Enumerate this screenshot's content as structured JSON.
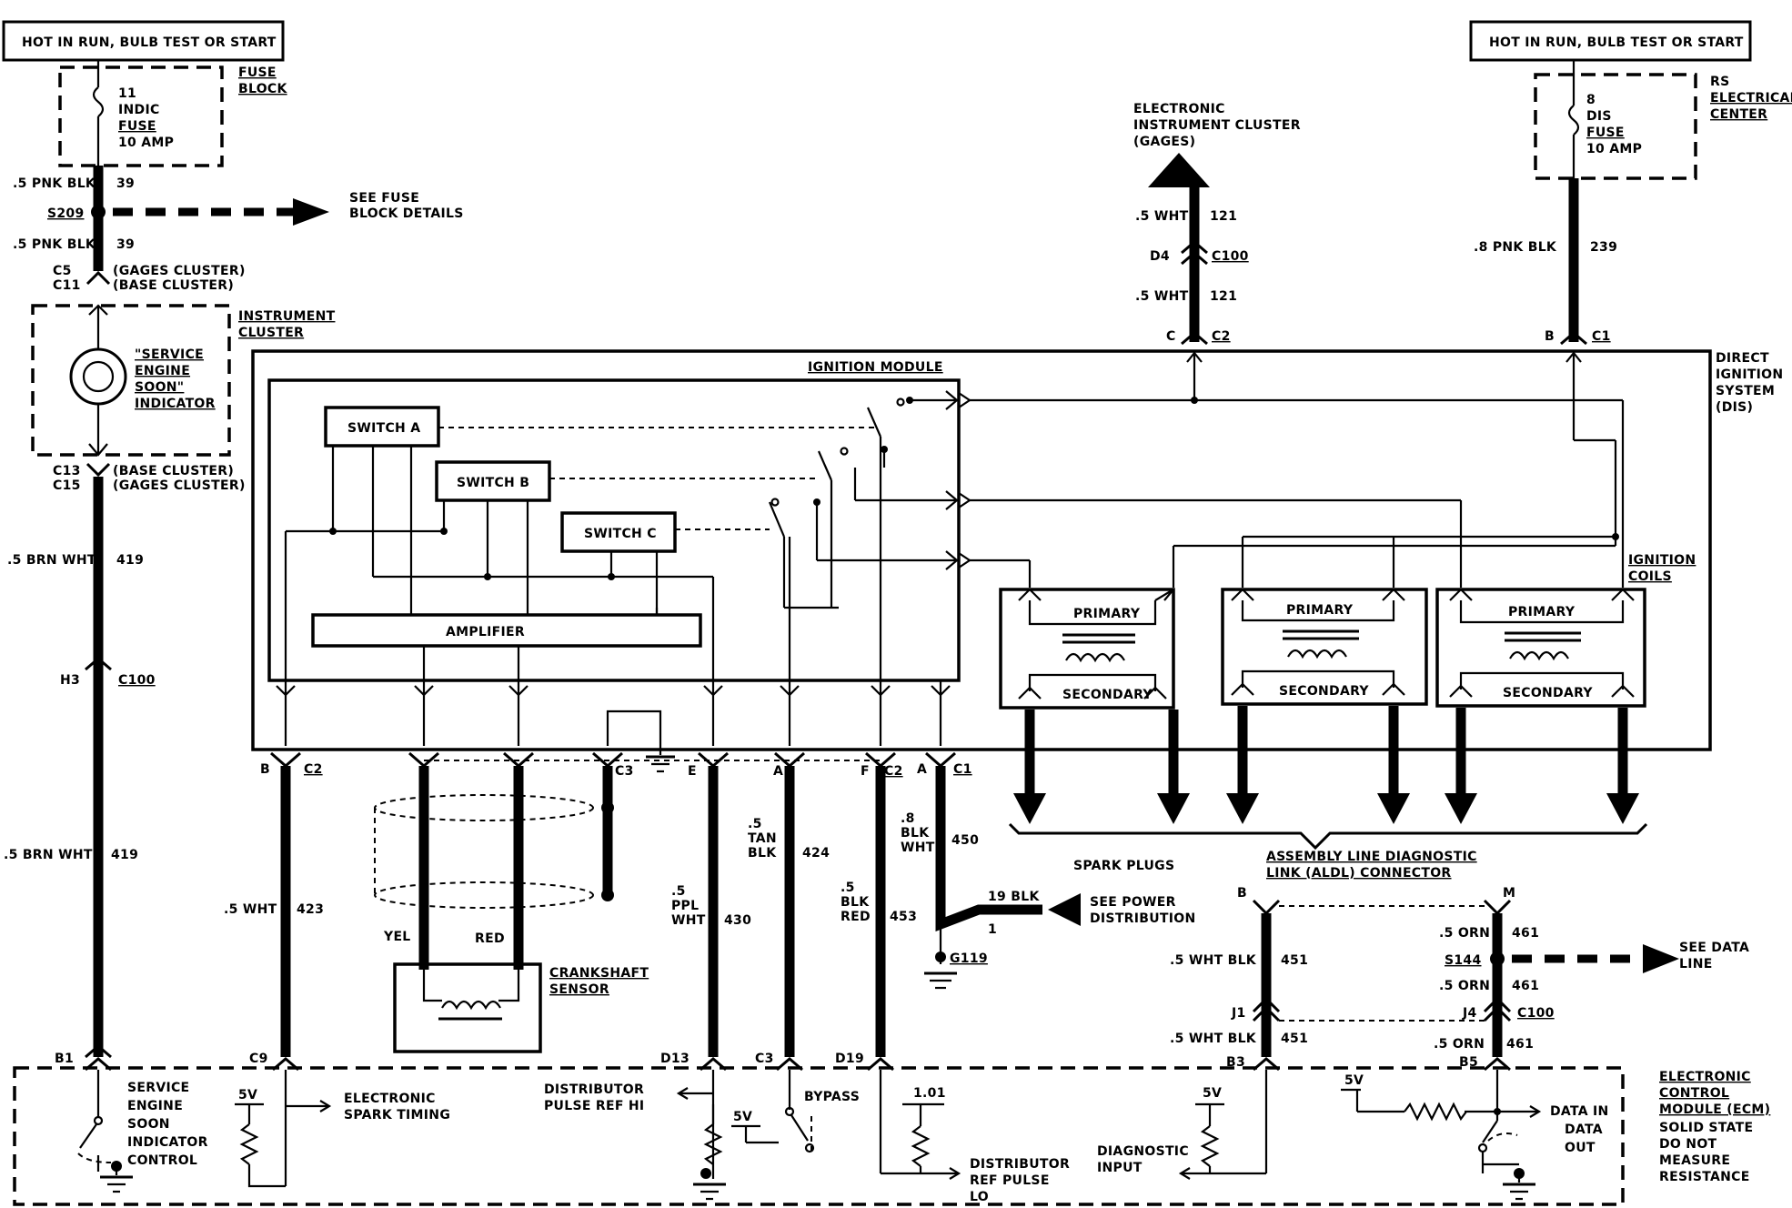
{
  "power": {
    "left_source": "HOT IN RUN, BULB TEST OR START",
    "right_source": "HOT IN RUN, BULB TEST OR START"
  },
  "left_fuse": {
    "number": "11",
    "name": "INDIC",
    "word": "FUSE",
    "rating": "10 AMP",
    "block_label_1": "FUSE",
    "block_label_2": "BLOCK"
  },
  "right_fuse": {
    "number": "8",
    "name": "DIS",
    "word": "FUSE",
    "rating": "10 AMP",
    "center_label_1": "RS",
    "center_label_2": "ELECTRICAL",
    "center_label_3": "CENTER"
  },
  "left_circuit": {
    "wire_a": ".5 PNK BLK",
    "wire_a_num": "39",
    "splice": "S209",
    "see_fuse_1": "SEE FUSE",
    "see_fuse_2": "BLOCK DETAILS",
    "wire_b": ".5 PNK BLK",
    "wire_b_num": "39",
    "conn_c5": "C5",
    "conn_c11": "C11",
    "gages_cluster": "(GAGES CLUSTER)",
    "base_cluster": "(BASE CLUSTER)",
    "instrument_cluster_1": "INSTRUMENT",
    "instrument_cluster_2": "CLUSTER",
    "ses_1": "\"SERVICE",
    "ses_2": "ENGINE",
    "ses_3": "SOON\"",
    "ses_4": "INDICATOR",
    "conn_c13": "C13",
    "conn_c15": "C15",
    "base_cluster_2": "(BASE CLUSTER)",
    "gages_cluster_2": "(GAGES CLUSTER)",
    "wire_c": ".5 BRN WHT",
    "wire_c_num": "419",
    "conn_h3": "H3",
    "conn_c100": "C100",
    "wire_d": ".5 BRN WHT",
    "wire_d_num": "419"
  },
  "top_center": {
    "eic_1": "ELECTRONIC",
    "eic_2": "INSTRUMENT CLUSTER",
    "eic_3": "(GAGES)",
    "wire_a": ".5 WHT",
    "wire_a_num": "121",
    "conn_d4": "D4",
    "conn_c100": "C100",
    "wire_b": ".5 WHT",
    "wire_b_num": "121",
    "pin_c": "C",
    "conn_c2": "C2"
  },
  "top_right": {
    "wire": ".8 PNK BLK",
    "wire_num": "239",
    "pin_b": "B",
    "conn_c1": "C1"
  },
  "dis": {
    "title_1": "DIRECT",
    "title_2": "IGNITION",
    "title_3": "SYSTEM",
    "title_4": "(DIS)",
    "module": "IGNITION MODULE",
    "switch_a": "SWITCH A",
    "switch_b": "SWITCH B",
    "switch_c": "SWITCH C",
    "amplifier": "AMPLIFIER",
    "ignition_coils_1": "IGNITION",
    "ignition_coils_2": "COILS",
    "primary": "PRIMARY",
    "secondary": "SECONDARY",
    "spark_plugs": "SPARK PLUGS"
  },
  "bottom_connectors": {
    "pin_b": "B",
    "conn_c2": "C2",
    "conn_c3": "C3",
    "pin_e": "E",
    "pin_a": "A",
    "pin_f": "F",
    "conn_c2b": "C2",
    "pin_a2": "A",
    "conn_c1": "C1"
  },
  "wires": {
    "w423": ".5 WHT",
    "w423_num": "423",
    "yel": "YEL",
    "red": "RED",
    "crank_1": "CRANKSHAFT",
    "crank_2": "SENSOR",
    "w430_1": ".5",
    "w430_2": "PPL",
    "w430_3": "WHT",
    "w430_num": "430",
    "w424_1": ".5",
    "w424_2": "TAN",
    "w424_3": "BLK",
    "w424_num": "424",
    "w453_1": ".5",
    "w453_2": "BLK",
    "w453_3": "RED",
    "w453_num": "453",
    "w450_1": ".8",
    "w450_2": "BLK",
    "w450_3": "WHT",
    "w450_num": "450",
    "blk19": "19 BLK",
    "one": "1",
    "ground": "G119",
    "see_power_1": "SEE POWER",
    "see_power_2": "DISTRIBUTION"
  },
  "aldl": {
    "title_1": "ASSEMBLY LINE DIAGNOSTIC",
    "title_2": "LINK (ALDL) CONNECTOR",
    "pin_b": "B",
    "pin_m": "M",
    "w451a": ".5 WHT BLK",
    "w451a_num": "451",
    "w461a": ".5 ORN",
    "w461a_num": "461",
    "splice": "S144",
    "see_data_1": "SEE DATA",
    "see_data_2": "LINE",
    "w461b": ".5 ORN",
    "w461b_num": "461",
    "conn_j1": "J1",
    "conn_j4": "J4",
    "conn_c100": "C100",
    "w451b": ".5 WHT BLK",
    "w451b_num": "451",
    "w461c": ".5 ORN",
    "w461c_num": "461"
  },
  "ecm": {
    "title_1": "ELECTRONIC",
    "title_2": "CONTROL",
    "title_3": "MODULE (ECM)",
    "note_1": "SOLID STATE",
    "note_2": "DO NOT",
    "note_3": "MEASURE",
    "note_4": "RESISTANCE",
    "pin_b1": "B1",
    "pin_c9": "C9",
    "pin_d13": "D13",
    "pin_c3": "C3",
    "pin_d19": "D19",
    "pin_b3": "B3",
    "pin_b5": "B5",
    "ses_ctrl_1": "SERVICE",
    "ses_ctrl_2": "ENGINE",
    "ses_ctrl_3": "SOON",
    "ses_ctrl_4": "INDICATOR",
    "ses_ctrl_5": "CONTROL",
    "v5": "5V",
    "est_1": "ELECTRONIC",
    "est_2": "SPARK TIMING",
    "dist_ref_1": "DISTRIBUTOR",
    "dist_ref_2": "PULSE REF HI",
    "bypass": "BYPASS",
    "v101": "1.01",
    "dist_lo_1": "DISTRIBUTOR",
    "dist_lo_2": "REF PULSE",
    "dist_lo_3": "LO",
    "diag_1": "DIAGNOSTIC",
    "diag_2": "INPUT",
    "data_in": "DATA IN",
    "data_out_1": "DATA",
    "data_out_2": "OUT"
  }
}
